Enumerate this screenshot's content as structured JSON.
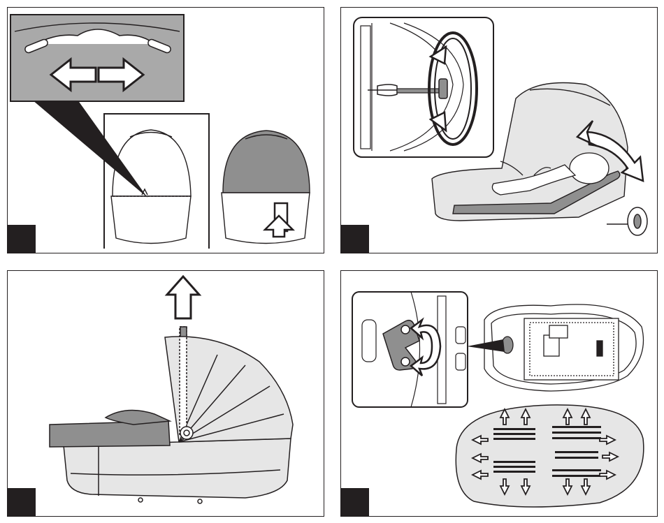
{
  "page": {
    "colors": {
      "ink": "#231f20",
      "fill_light": "#e6e6e6",
      "fill_mid": "#bcbcbc",
      "fill_dark": "#8f8f8f",
      "paper": "#ffffff"
    }
  },
  "panels": [
    {
      "id": "panel-1",
      "step_badge": "",
      "description_icons": [
        "zipper-icon",
        "double-arrow-icon",
        "up-arrow-icon"
      ]
    },
    {
      "id": "panel-2",
      "step_badge": "",
      "description_icons": [
        "rotate-arrow-icon",
        "curved-double-arrow-icon",
        "baby-icon"
      ]
    },
    {
      "id": "panel-3",
      "step_badge": "",
      "description_icons": [
        "up-arrow-icon",
        "carrycot-icon"
      ]
    },
    {
      "id": "panel-4",
      "step_badge": "",
      "description_icons": [
        "rotate-arrow-icon",
        "airflow-arrows-icon",
        "mattress-icon"
      ]
    }
  ]
}
